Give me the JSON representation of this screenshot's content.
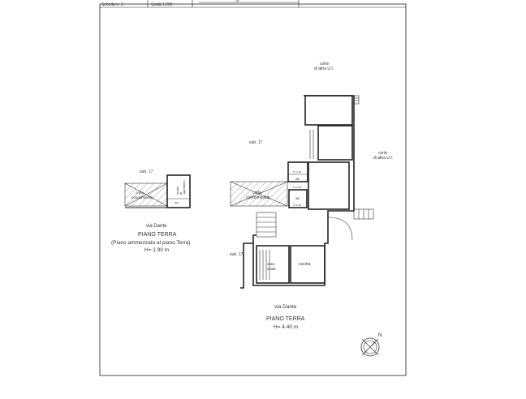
{
  "header": {
    "scheda": "Scheda n. 1",
    "scala": "Scala 1:200",
    "sub_right": "18"
  },
  "left_plan": {
    "sub": "sub. 17",
    "corte": "corte\ncondominiale",
    "locale": "locale\ndi\nsgombero",
    "wc": "wc",
    "street": "via Dante",
    "floor_title": "PIANO TERRA",
    "floor_sub": "(Piano ammezzato al piano Terra)",
    "height": "H= 1.90 m"
  },
  "right_plan": {
    "corte_top_1": "corte",
    "corte_top_2": "di altra U.I.",
    "corte_right_1": "corte",
    "corte_right_2": "di altra U.I.",
    "sub_top": "sub. 17",
    "sub_bottom": "sub. 17",
    "corte": "corte\ncondominiale",
    "wc1": "wc",
    "wc2": "wc",
    "dim1": "h= 2.40",
    "dim2": "h= 2.40",
    "dim3": "h= 2.40",
    "vano_scala_1": "vano",
    "vano_scala_2": "scala",
    "cucina": "cucina",
    "street": "via Dante",
    "floor_title": "PIANO TERRA",
    "height": "H= 4.40 m"
  },
  "compass": {
    "north": "N"
  }
}
